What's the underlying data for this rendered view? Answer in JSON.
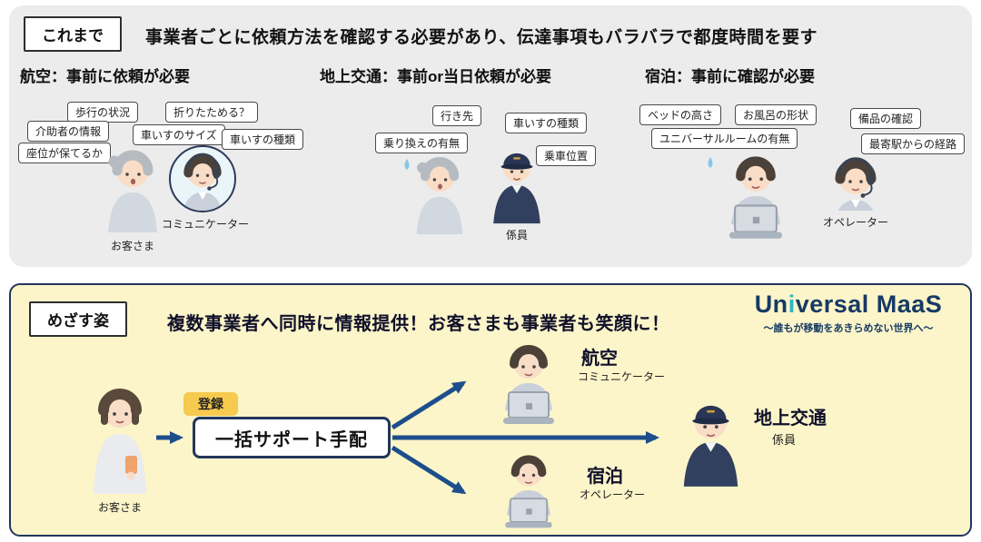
{
  "before": {
    "label": "これまで",
    "headline": "事業者ごとに依頼方法を確認する必要があり、伝達事項もバラバラで都度時間を要す",
    "sections": [
      {
        "title": "航空：事前に依頼が必要",
        "bubbles": [
          "歩行の状況",
          "折りたためる？",
          "介助者の情報",
          "車いすのサイズ",
          "車いすの種類",
          "座位が保てるか"
        ],
        "persons": [
          "お客さま",
          "コミュニケーター"
        ]
      },
      {
        "title": "地上交通：事前or当日依頼が必要",
        "bubbles": [
          "行き先",
          "車いすの種類",
          "乗り換えの有無",
          "乗車位置"
        ],
        "persons": [
          "係員"
        ]
      },
      {
        "title": "宿泊：事前に確認が必要",
        "bubbles": [
          "ベッドの高さ",
          "お風呂の形状",
          "備品の確認",
          "ユニバーサルルームの有無",
          "最寄駅からの経路"
        ],
        "persons": [
          "オペレーター"
        ]
      }
    ]
  },
  "goal": {
    "label": "めざす姿",
    "headline": "複数事業者へ同時に情報提供！お客さまも事業者も笑顔に！",
    "logo": {
      "title_prefix": "Un",
      "title_accent": "i",
      "title_suffix": "versal MaaS",
      "tagline": "〜誰もが移動をあきらめない世界へ〜"
    },
    "flow": {
      "customer": "お客さま",
      "register": "登録",
      "hub": "一括サポート手配",
      "targets": [
        {
          "title": "航空",
          "subtitle": "コミュニケーター"
        },
        {
          "title": "地上交通",
          "subtitle": "係員"
        },
        {
          "title": "宿泊",
          "subtitle": "オペレーター"
        }
      ]
    }
  },
  "colors": {
    "arrow_navy": "#1d4e8c",
    "panel_yellow": "#fbf5c9",
    "panel_gray": "#ececec",
    "register_yellow": "#f6c94f",
    "logo_navy": "#173a63",
    "logo_accent": "#2ab7c9"
  }
}
